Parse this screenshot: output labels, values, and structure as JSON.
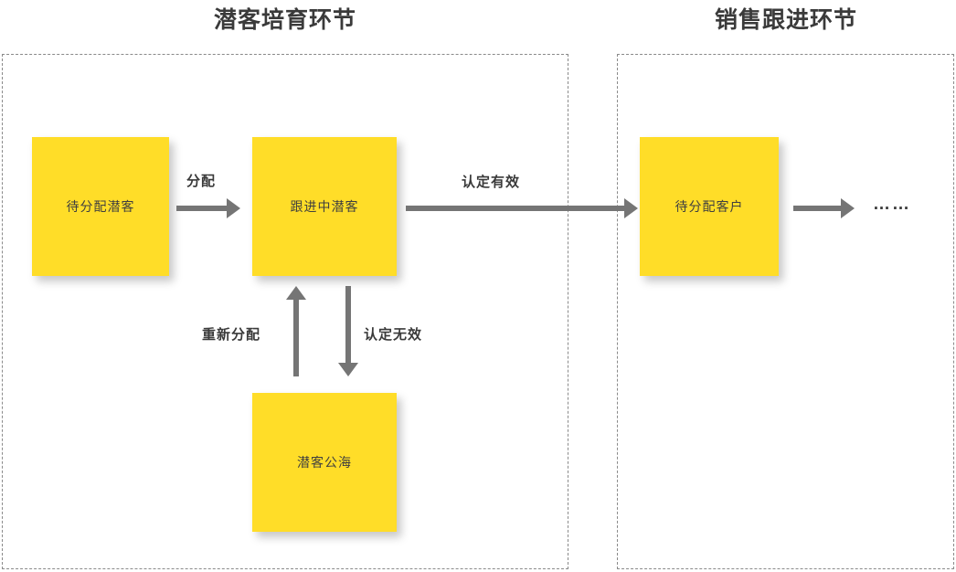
{
  "diagram": {
    "type": "flowchart",
    "phases": [
      {
        "id": "lead-nurturing",
        "title": "潜客培育环节"
      },
      {
        "id": "sales-followup",
        "title": "销售跟进环节"
      }
    ],
    "nodes": [
      {
        "id": "lead-unassigned",
        "label": "待分配潜客",
        "phase": "lead-nurturing",
        "color": "#FFDD28"
      },
      {
        "id": "lead-following",
        "label": "跟进中潜客",
        "phase": "lead-nurturing",
        "color": "#FFDD28"
      },
      {
        "id": "lead-pool",
        "label": "潜客公海",
        "phase": "lead-nurturing",
        "color": "#FFDD28"
      },
      {
        "id": "cust-unassigned",
        "label": "待分配客户",
        "phase": "sales-followup",
        "color": "#FFDD28"
      }
    ],
    "edges": [
      {
        "id": "assign",
        "label": "分配",
        "from": "lead-unassigned",
        "to": "lead-following",
        "direction": "right"
      },
      {
        "id": "valid",
        "label": "认定有效",
        "from": "lead-following",
        "to": "cust-unassigned",
        "direction": "right"
      },
      {
        "id": "invalid",
        "label": "认定无效",
        "from": "lead-following",
        "to": "lead-pool",
        "direction": "down"
      },
      {
        "id": "reassign",
        "label": "重新分配",
        "from": "lead-pool",
        "to": "lead-following",
        "direction": "up"
      },
      {
        "id": "next",
        "label": "",
        "from": "cust-unassigned",
        "to": "ellipsis",
        "direction": "right"
      }
    ],
    "continuation": "……",
    "colors": {
      "node_fill": "#FFDD28",
      "arrow": "#757575",
      "text": "#3a3a3a",
      "dashed_border": "#8a8a8a",
      "background": "#ffffff"
    }
  }
}
